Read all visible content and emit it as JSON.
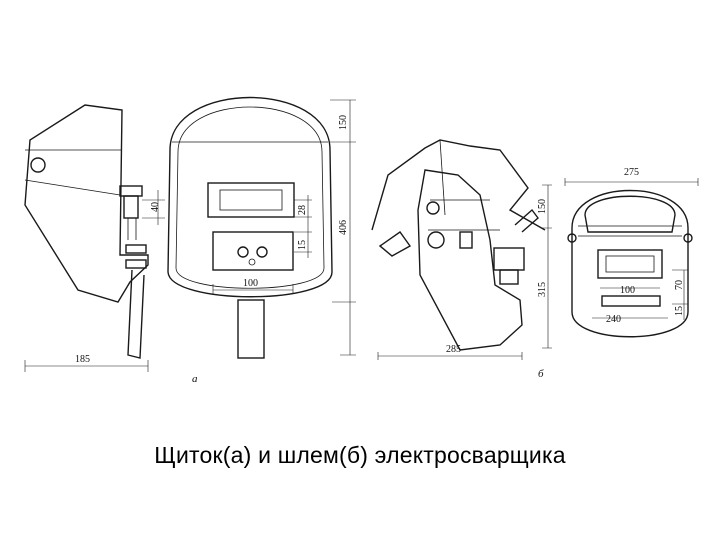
{
  "caption": "Щиток(а) и шлем(б) электросварщика",
  "figure_labels": {
    "a": "а",
    "b": "б"
  },
  "dimensions_a": [
    "185",
    "150",
    "40",
    "406",
    "28",
    "15",
    "100"
  ],
  "dimensions_b": [
    "285",
    "150",
    "315",
    "275",
    "100",
    "70",
    "240",
    "15"
  ],
  "colors": {
    "line": "#1a1a1a",
    "background": "#ffffff"
  }
}
